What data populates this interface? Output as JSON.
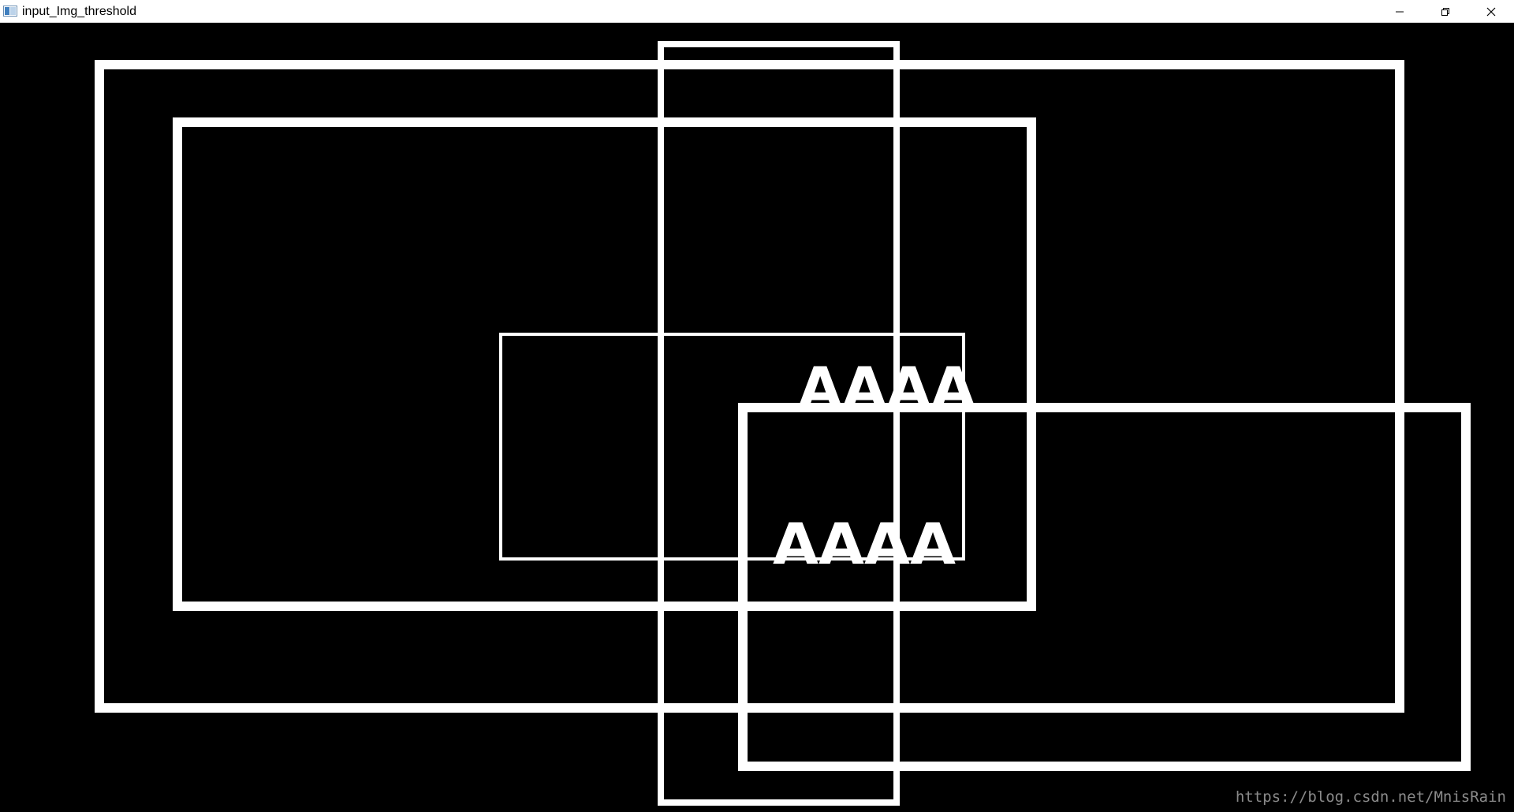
{
  "window": {
    "title": "input_Img_threshold",
    "icon": "opencv-window-icon",
    "controls": {
      "minimize_icon": "minimize-icon",
      "restore_icon": "restore-icon",
      "close_icon": "close-icon"
    }
  },
  "canvas": {
    "background": "#000000",
    "foreground": "#ffffff",
    "text_upper": "AAAA",
    "text_lower": "AAAA"
  },
  "watermark": "https://blog.csdn.net/MnisRain"
}
